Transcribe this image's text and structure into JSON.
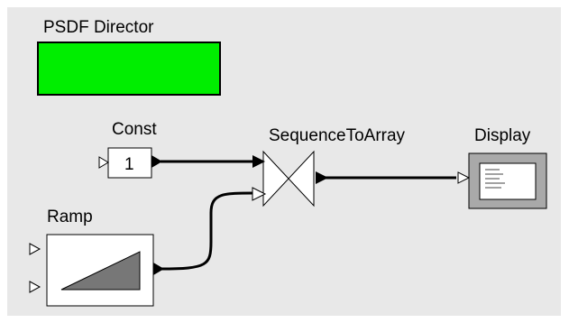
{
  "director": {
    "label": "PSDF Director",
    "color": "#00ee00"
  },
  "actors": {
    "const": {
      "label": "Const",
      "value": "1"
    },
    "ramp": {
      "label": "Ramp"
    },
    "sequence_to_array": {
      "label": "SequenceToArray"
    },
    "display": {
      "label": "Display"
    }
  },
  "colors": {
    "background": "#e8e8e8",
    "ramp_fill": "#777777",
    "port_fill": "#000000",
    "display_frame": "#a9a9a9"
  },
  "connections": [
    {
      "from": "const.output",
      "to": "sequence_to_array.input"
    },
    {
      "from": "ramp.output",
      "to": "sequence_to_array.input"
    },
    {
      "from": "sequence_to_array.output",
      "to": "display.input"
    }
  ]
}
